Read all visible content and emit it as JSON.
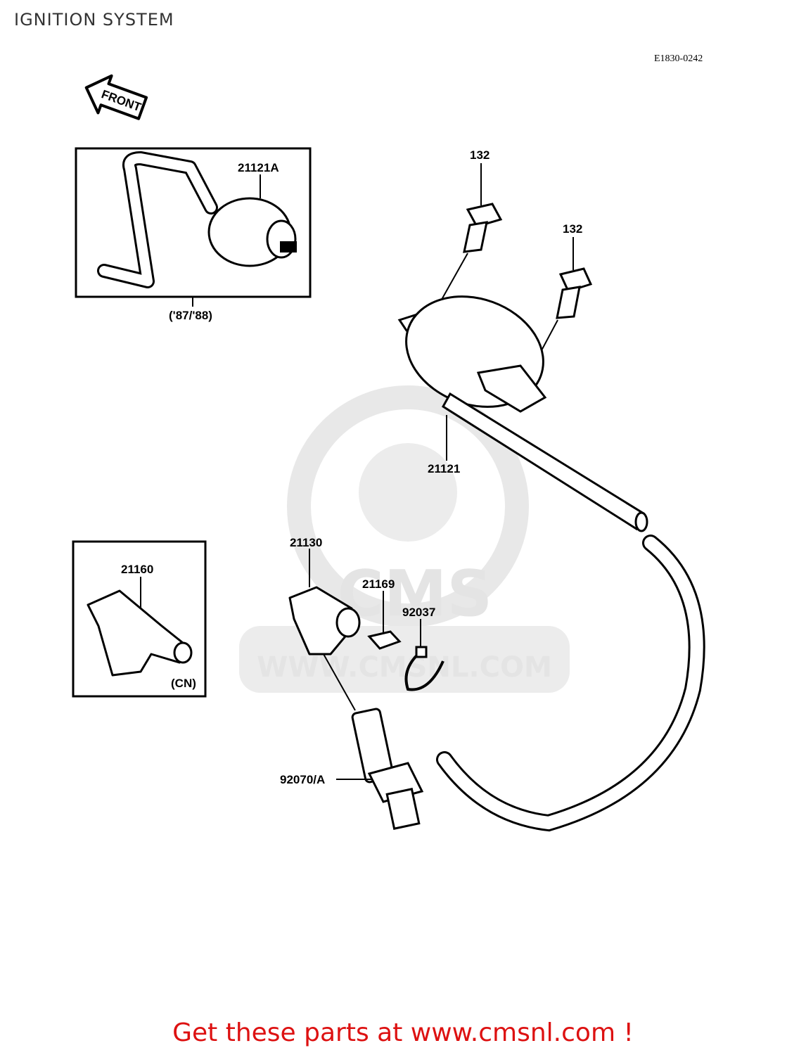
{
  "title": "IGNITION SYSTEM",
  "drawing_code": "E1830-0242",
  "direction_arrow": "FRONT",
  "watermark": {
    "logo": "CMS",
    "url": "WWW.CMSNL.COM"
  },
  "insets": {
    "variant_87_88": {
      "caption": "('87/'88)",
      "part": "21121A"
    },
    "variant_cn": {
      "caption": "(CN)",
      "part": "21160"
    }
  },
  "parts": {
    "bolt_upper": "132",
    "bolt_lower": "132",
    "ignition_coil": "21121",
    "plug_cap": "21130",
    "clamp": "21169",
    "band": "92037",
    "spark_plug": "92070/A"
  },
  "promo": "Get these parts at www.cmsnl.com !"
}
